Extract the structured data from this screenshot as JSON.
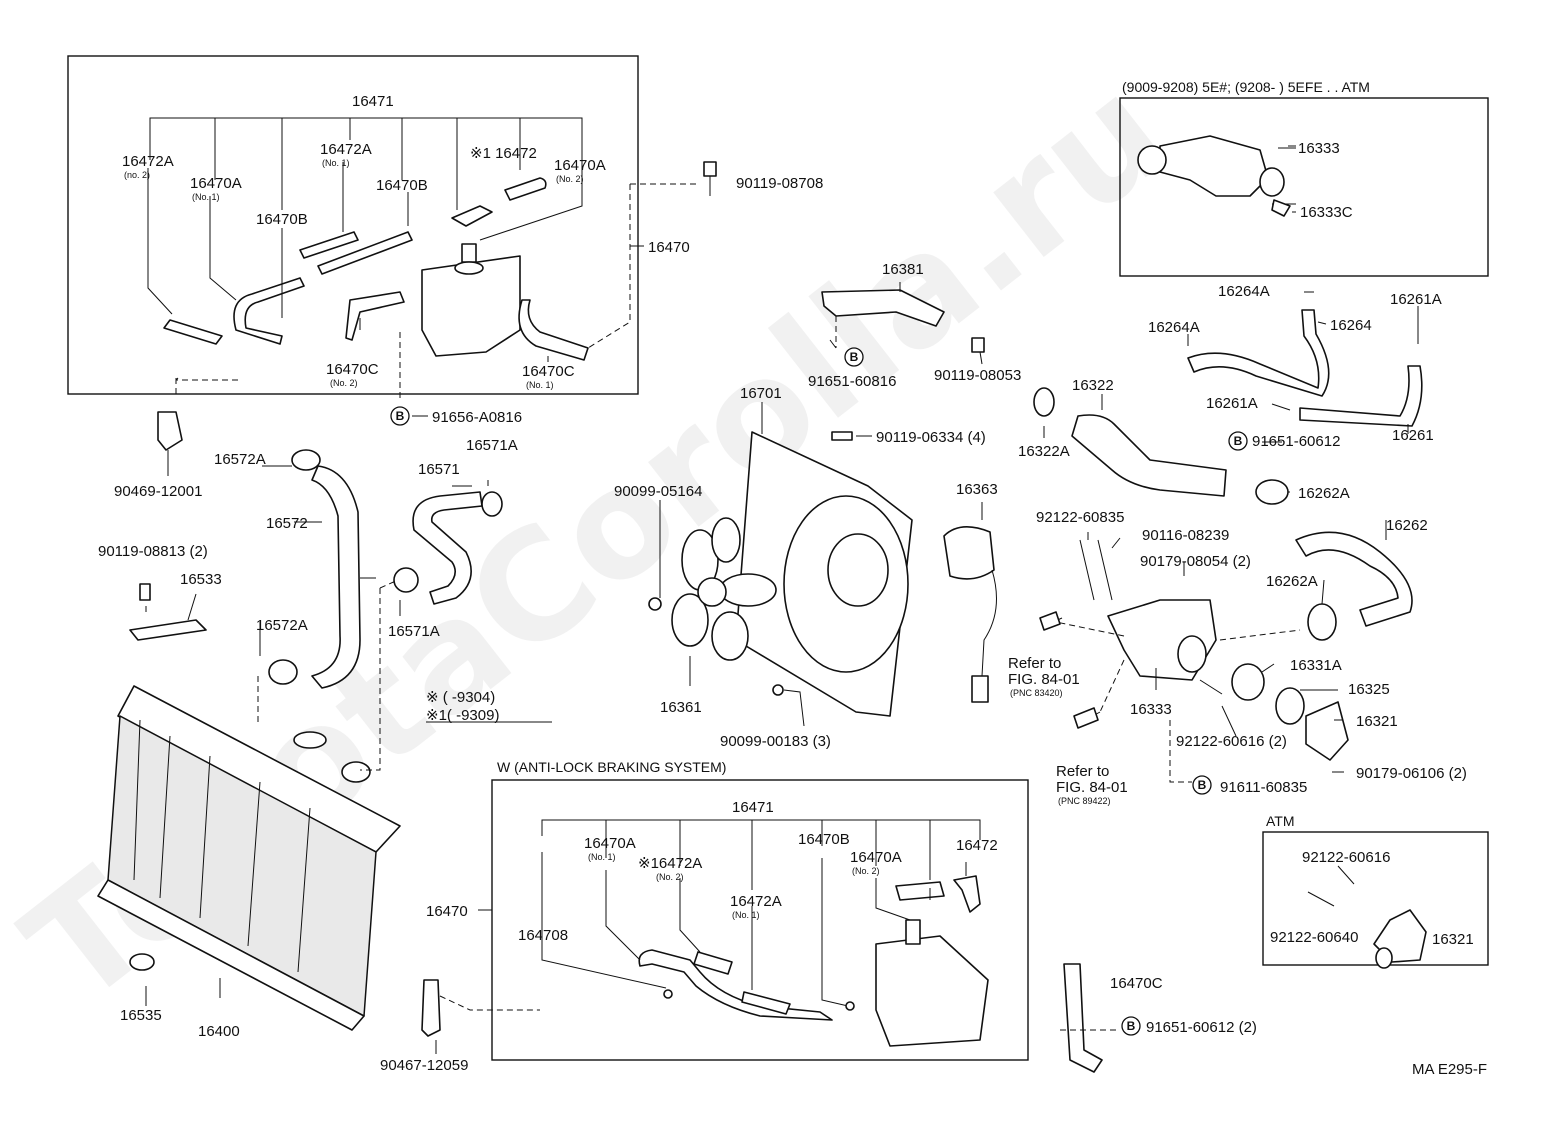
{
  "watermark": "ToyotaCorolla.ru",
  "diagram_code": "MA E295-F",
  "legend": {
    "line1": "※ (      -9304)",
    "line2": "※1(      -9309)"
  },
  "headers": {
    "abs_box": "W (ANTI-LOCK BRAKING SYSTEM)",
    "inset_top": "(9009-9208) 5E#; (9208-        ) 5EFE . . ATM",
    "atm_box": "ATM"
  },
  "circle_letter": "B",
  "labels": {
    "p16471_top": "16471",
    "p16472A_no2_top": "16472A",
    "p16472A_no2_top_sub": "(no. 2)",
    "p16470A_no1_top": "16470A",
    "p16470A_no1_top_sub": "(No. 1)",
    "p16472A_no1_top": "16472A",
    "p16472A_no1_top_sub": "(No. 1)",
    "p16472_top": "※1 16472",
    "p16470A_no2_top": "16470A",
    "p16470A_no2_top_sub": "(No. 2)",
    "p16470B_top_a": "16470B",
    "p16470B_top_b": "16470B",
    "p16470_top": "16470",
    "p16470C_no2_top": "16470C",
    "p16470C_no2_top_sub": "(No. 2)",
    "p16470C_no1_top": "16470C",
    "p16470C_no1_top_sub": "(No. 1)",
    "p91656": "91656-A0816",
    "p90119_08708": "90119-08708",
    "p90469": "90469-12001",
    "p16572A_a": "16572A",
    "p16572": "16572",
    "p16572A_b": "16572A",
    "p16571": "16571",
    "p16571A_a": "16571A",
    "p16571A_b": "16571A",
    "p90119_08813": "90119-08813 (2)",
    "p16533": "16533",
    "p16535": "16535",
    "p16400": "16400",
    "p90467": "90467-12059",
    "p16381": "16381",
    "p91651_60816": "91651-60816",
    "p90119_08053": "90119-08053",
    "p16701": "16701",
    "p90119_06334": "90119-06334 (4)",
    "p90099_05164": "90099-05164",
    "p16363": "16363",
    "p16361": "16361",
    "p90099_00183": "90099-00183 (3)",
    "p16333_inset": "16333",
    "p16333C": "16333C",
    "p16264A_a": "16264A",
    "p16264A_b": "16264A",
    "p16264": "16264",
    "p16261A_a": "16261A",
    "p16261A_b": "16261A",
    "p16261": "16261",
    "p16322": "16322",
    "p16322A": "16322A",
    "p91651_60612": "91651-60612",
    "p16262A_a": "16262A",
    "p16262": "16262",
    "p16262A_b": "16262A",
    "p92122_60835": "92122-60835",
    "p90116_08239": "90116-08239",
    "p90179_08054": "90179-08054 (2)",
    "p16331A": "16331A",
    "p16325": "16325",
    "p16321": "16321",
    "p16333": "16333",
    "p92122_60616_2": "92122-60616 (2)",
    "p90179_06106": "90179-06106 (2)",
    "p91611_60835": "91611-60835",
    "refer1_a": "Refer to",
    "refer1_b": "FIG. 84-01",
    "refer1_sub": "(PNC 83420)",
    "refer2_a": "Refer to",
    "refer2_b": "FIG. 84-01",
    "refer2_sub": "(PNC 89422)",
    "atm_92122_60616": "92122-60616",
    "atm_92122_60640": "92122-60640",
    "atm_16321": "16321",
    "abs_16471": "16471",
    "abs_16470A_no1": "16470A",
    "abs_16470A_no1_sub": "(No. 1)",
    "abs_16472A_no2": "※16472A",
    "abs_16472A_no2_sub": "(No. 2)",
    "abs_16472A_no1": "16472A",
    "abs_16472A_no1_sub": "(No. 1)",
    "abs_16470B_a": "16470B",
    "abs_16470B_b": "164708",
    "abs_16470A_no2": "16470A",
    "abs_16470A_no2_sub": "(No. 2)",
    "abs_16472": "16472",
    "abs_16470": "16470",
    "p16470C_bottom": "16470C",
    "p91651_60612_2": "91651-60612 (2)"
  }
}
